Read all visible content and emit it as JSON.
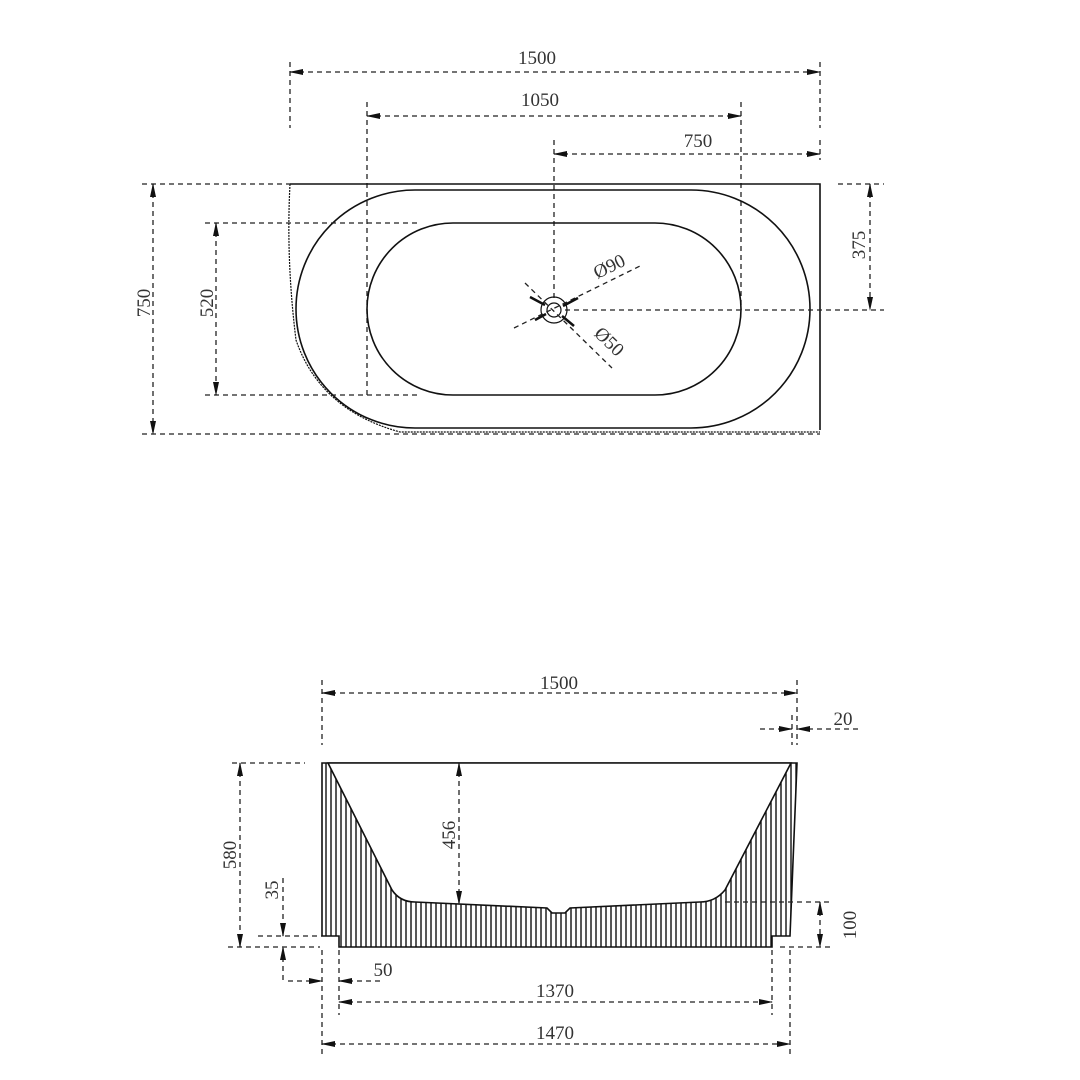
{
  "top_view": {
    "overall_length": "1500",
    "inner_length": "1050",
    "drain_offset": "750",
    "overall_width": "750",
    "inner_width": "520",
    "drain_center_offset": "375",
    "overflow_diameter": "Ø90",
    "drain_diameter": "Ø50"
  },
  "side_view": {
    "overall_length": "1500",
    "rim_offset": "20",
    "overall_height": "580",
    "inner_depth": "456",
    "plinth_height": "35",
    "base_thickness": "100",
    "plinth_inset": "50",
    "base_length": "1370",
    "foot_length": "1470"
  },
  "colors": {
    "line": "#111111",
    "text": "#333333",
    "background": "#ffffff"
  }
}
